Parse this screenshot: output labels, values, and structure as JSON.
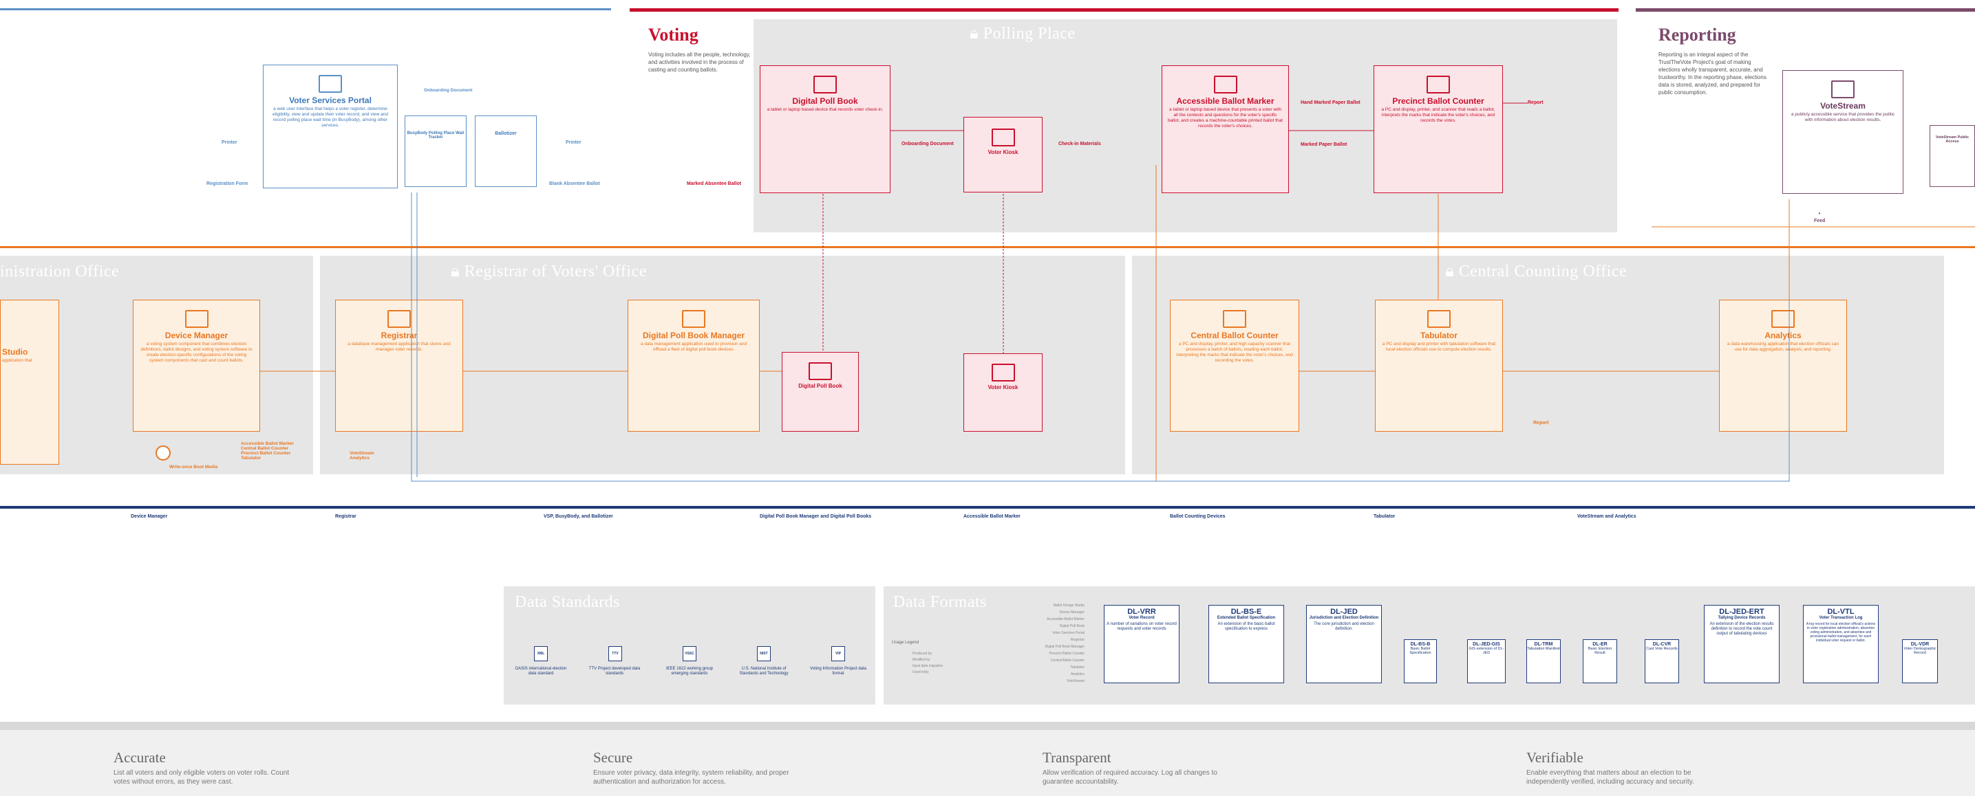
{
  "colors": {
    "voting": "#c8102e",
    "admin": "#e87722",
    "voter": "#5a8fc6",
    "reporting": "#7b4a6b",
    "standards": "#1e3a78",
    "zone_bg": "#e6e6e6",
    "zone_title": "#ffffff"
  },
  "sections": {
    "voting": {
      "title": "Voting",
      "desc": "Voting includes all the people, technology, and activities involved in the process of casting and counting ballots."
    },
    "reporting": {
      "title": "Reporting",
      "desc": "Reporting is an integral aspect of the TrustTheVote Project's goal of making elections wholly transparent, accurate, and trustworthy. In the reporting phase, elections data is stored, analyzed, and prepared for public consumption."
    }
  },
  "zones": {
    "polling": "Polling Place",
    "admin": "inistration Office",
    "registrar": "Registrar of Voters' Office",
    "central": "Central Counting Office",
    "data_standards": "Data Standards",
    "data_formats": "Data Formats"
  },
  "voter_services": {
    "portal": {
      "title": "Voter Services Portal",
      "subtitle": "a web user interface that helps a voter register, determine eligibility, view and update their voter record, and view and record polling place wait time (in BusyBody), among other services."
    },
    "printer1": "Printer",
    "registration_form": "Registration Form",
    "onboarding": "Onboarding Document",
    "busybody": "BusyBody Polling Place Wait Tracker",
    "ballotizer": "Ballotizer",
    "printer2": "Printer",
    "blank_absentee": "Blank Absentee Ballot"
  },
  "voting_cards": {
    "dpb": {
      "title": "Digital Poll Book",
      "subtitle": "a tablet or laptop based device that records voter check-in."
    },
    "onboarding": "Onboarding Document",
    "voter_kiosk": "Voter Kiosk",
    "checkin": "Check-in Materials",
    "abm": {
      "title": "Accessible Ballot Marker",
      "subtitle": "a tablet or laptop based device that presents a voter with all the contests and questions for the voter's specific ballot, and creates a machine-countable printed ballot that records the voter's choices."
    },
    "hand_marked": "Hand Marked Paper Ballot",
    "marked_paper": "Marked Paper Ballot",
    "pbc": {
      "title": "Precinct Ballot Counter",
      "subtitle": "a PC and display, printer, and scanner that reads a ballot, interprets the marks that indicate the voter's choices, and records the votes."
    },
    "report": "Report",
    "marked_absentee": "Marked Absentee Ballot"
  },
  "reporting_cards": {
    "votestream": {
      "title": "VoteStream",
      "subtitle": "a publicly accessible service that provides the public with information about election results."
    },
    "public_access": "VoteStream Public Access",
    "feed": "Feed"
  },
  "admin_cards": {
    "studio": {
      "title": "Studio",
      "subtitle": "application that"
    },
    "device_manager": {
      "title": "Device Manager",
      "subtitle": "a voting system component that combines election definitions, ballot designs, and voting system software to create election-specific configurations of the voting system components that cast and count ballots."
    },
    "write_once": "Write-once Boot Media",
    "admin_list": [
      "Accessible Ballot Marker",
      "Central Ballot Counter",
      "Precinct Ballot Counter",
      "Tabulator"
    ]
  },
  "registrar_cards": {
    "registrar": {
      "title": "Registrar",
      "subtitle": "a database management application that stores and manages voter records."
    },
    "dpbm": {
      "title": "Digital Poll Book Manager",
      "subtitle": "a data management application used to provision and offload a fleet of digital poll book devices."
    },
    "dpb_small": "Digital Poll Book",
    "voter_kiosk_small": "Voter Kiosk",
    "analytics": "VoteStream Analytics"
  },
  "central_cards": {
    "cbc": {
      "title": "Central Ballot Counter",
      "subtitle": "a PC and display, printer, and high capacity scanner that processes a batch of ballots, reading each ballot, interpreting the marks that indicate the voter's choices, and recording the votes."
    },
    "tabulator": {
      "title": "Tabulator",
      "subtitle": "a PC and display and printer with tabulation software that local election officials use to compute election results."
    },
    "analytics": {
      "title": "Analytics",
      "subtitle": "a data warehousing application that election officials can use for data aggregation, analysis, and reporting."
    },
    "report": "Report"
  },
  "text_blocks": [
    {
      "title": "Device Manager"
    },
    {
      "title": "Registrar"
    },
    {
      "title": "VSP, BusyBody, and Ballotizer"
    },
    {
      "title": "Digital Poll Book Manager and Digital Poll Books"
    },
    {
      "title": "Accessible Ballot Marker"
    },
    {
      "title": "Ballot Counting Devices"
    },
    {
      "title": "Tabulator"
    },
    {
      "title": "VoteStream and Analytics"
    }
  ],
  "data_standards": [
    {
      "code": "XML",
      "label": "OASIS international election data standard"
    },
    {
      "code": "TTV",
      "label": "TTV Project developed data standards"
    },
    {
      "code": "VSSC",
      "label": "IEEE 1622 working group emerging standards"
    },
    {
      "code": "NIST",
      "label": "U.S. National Institute of Standards and Technology"
    },
    {
      "code": "VIP",
      "label": "Voting Information Project data format"
    }
  ],
  "usage_legend": {
    "title": "Usage Legend",
    "items": [
      "Produced by",
      "Modified by",
      "Input data migration",
      "Used in/by"
    ]
  },
  "format_rows": [
    "Ballot Design Studio",
    "Device Manager",
    "Accessible Ballot Marker",
    "Digital Poll Book",
    "Voter Services Portal",
    "Registrar",
    "Digital Poll Book Manager",
    "Precinct Ballot Counter",
    "Central Ballot Counter",
    "Tabulator",
    "Analytics",
    "VoteStream"
  ],
  "data_formats": [
    {
      "name": "DL-VRR",
      "sub": "Voter Record",
      "desc": "A number of variations on voter record requests and voter records"
    },
    {
      "name": "DL-BS-E",
      "sub": "Extended Ballot Specification",
      "desc": "An extension of the basic ballot specification to express"
    },
    {
      "name": "DL-JED",
      "sub": "Jurisdiction and Election Definition",
      "desc": "The core jurisdiction and election definition."
    },
    {
      "name": "DL-BS-B",
      "sub": "Basic Ballot Specification",
      "desc": ""
    },
    {
      "name": "DL-JED-GIS",
      "sub": "GIS extension of DL-JED",
      "desc": ""
    },
    {
      "name": "DL-TRM",
      "sub": "Tabulation Manifest",
      "desc": ""
    },
    {
      "name": "DL-ER",
      "sub": "Basic Election Result",
      "desc": ""
    },
    {
      "name": "DL-CVR",
      "sub": "Cast Vote Records",
      "desc": ""
    },
    {
      "name": "DL-JED-ERT",
      "sub": "Tallying Device Records",
      "desc": "An extension of the election results definition to record the vote count output of tabulating devices"
    },
    {
      "name": "DL-VTL",
      "sub": "Voter Transaction Log",
      "desc": "A log record for local election official's actions in voter registration administration, absentee voting administration, and absentee and provisional ballot management, for each individual voter request or ballot."
    },
    {
      "name": "DL-VDR",
      "sub": "Voter Demographic Record",
      "desc": ""
    }
  ],
  "pillars": [
    {
      "title": "Accurate",
      "desc": "List all voters and only eligible voters on voter rolls. Count votes without errors, as they were cast."
    },
    {
      "title": "Secure",
      "desc": "Ensure voter privacy, data integrity, system reliability, and proper authentication and authorization for access."
    },
    {
      "title": "Transparent",
      "desc": "Allow verification of required accuracy. Log all changes to guarantee accountability."
    },
    {
      "title": "Verifiable",
      "desc": "Enable everything that matters about an election to be independently verified, including accuracy and security."
    }
  ]
}
